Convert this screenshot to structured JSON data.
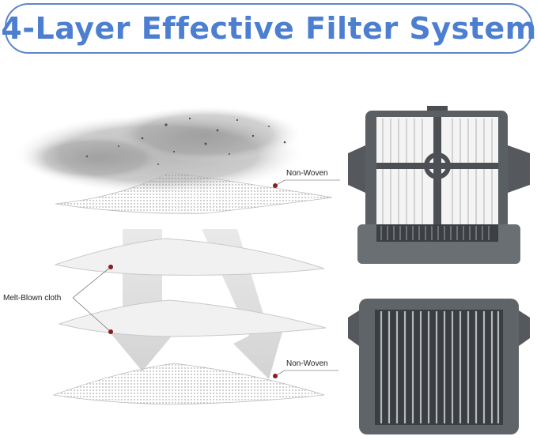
{
  "title": "4-Layer Effective Filter System",
  "labels": {
    "non_woven_top": "Non-Woven",
    "melt_blown": "Melt-Blown cloth",
    "non_woven_bottom": "Non-Woven"
  },
  "colors": {
    "title_text": "#4d7fd1",
    "banner_border": "#5f86c9",
    "filter_frame": "#5a5f64",
    "callout_dot": "#8b1a1a"
  },
  "icons": [
    "dust-particles-icon",
    "filter-layer-icon",
    "hepa-filter-photo",
    "pleated-filter-photo"
  ]
}
